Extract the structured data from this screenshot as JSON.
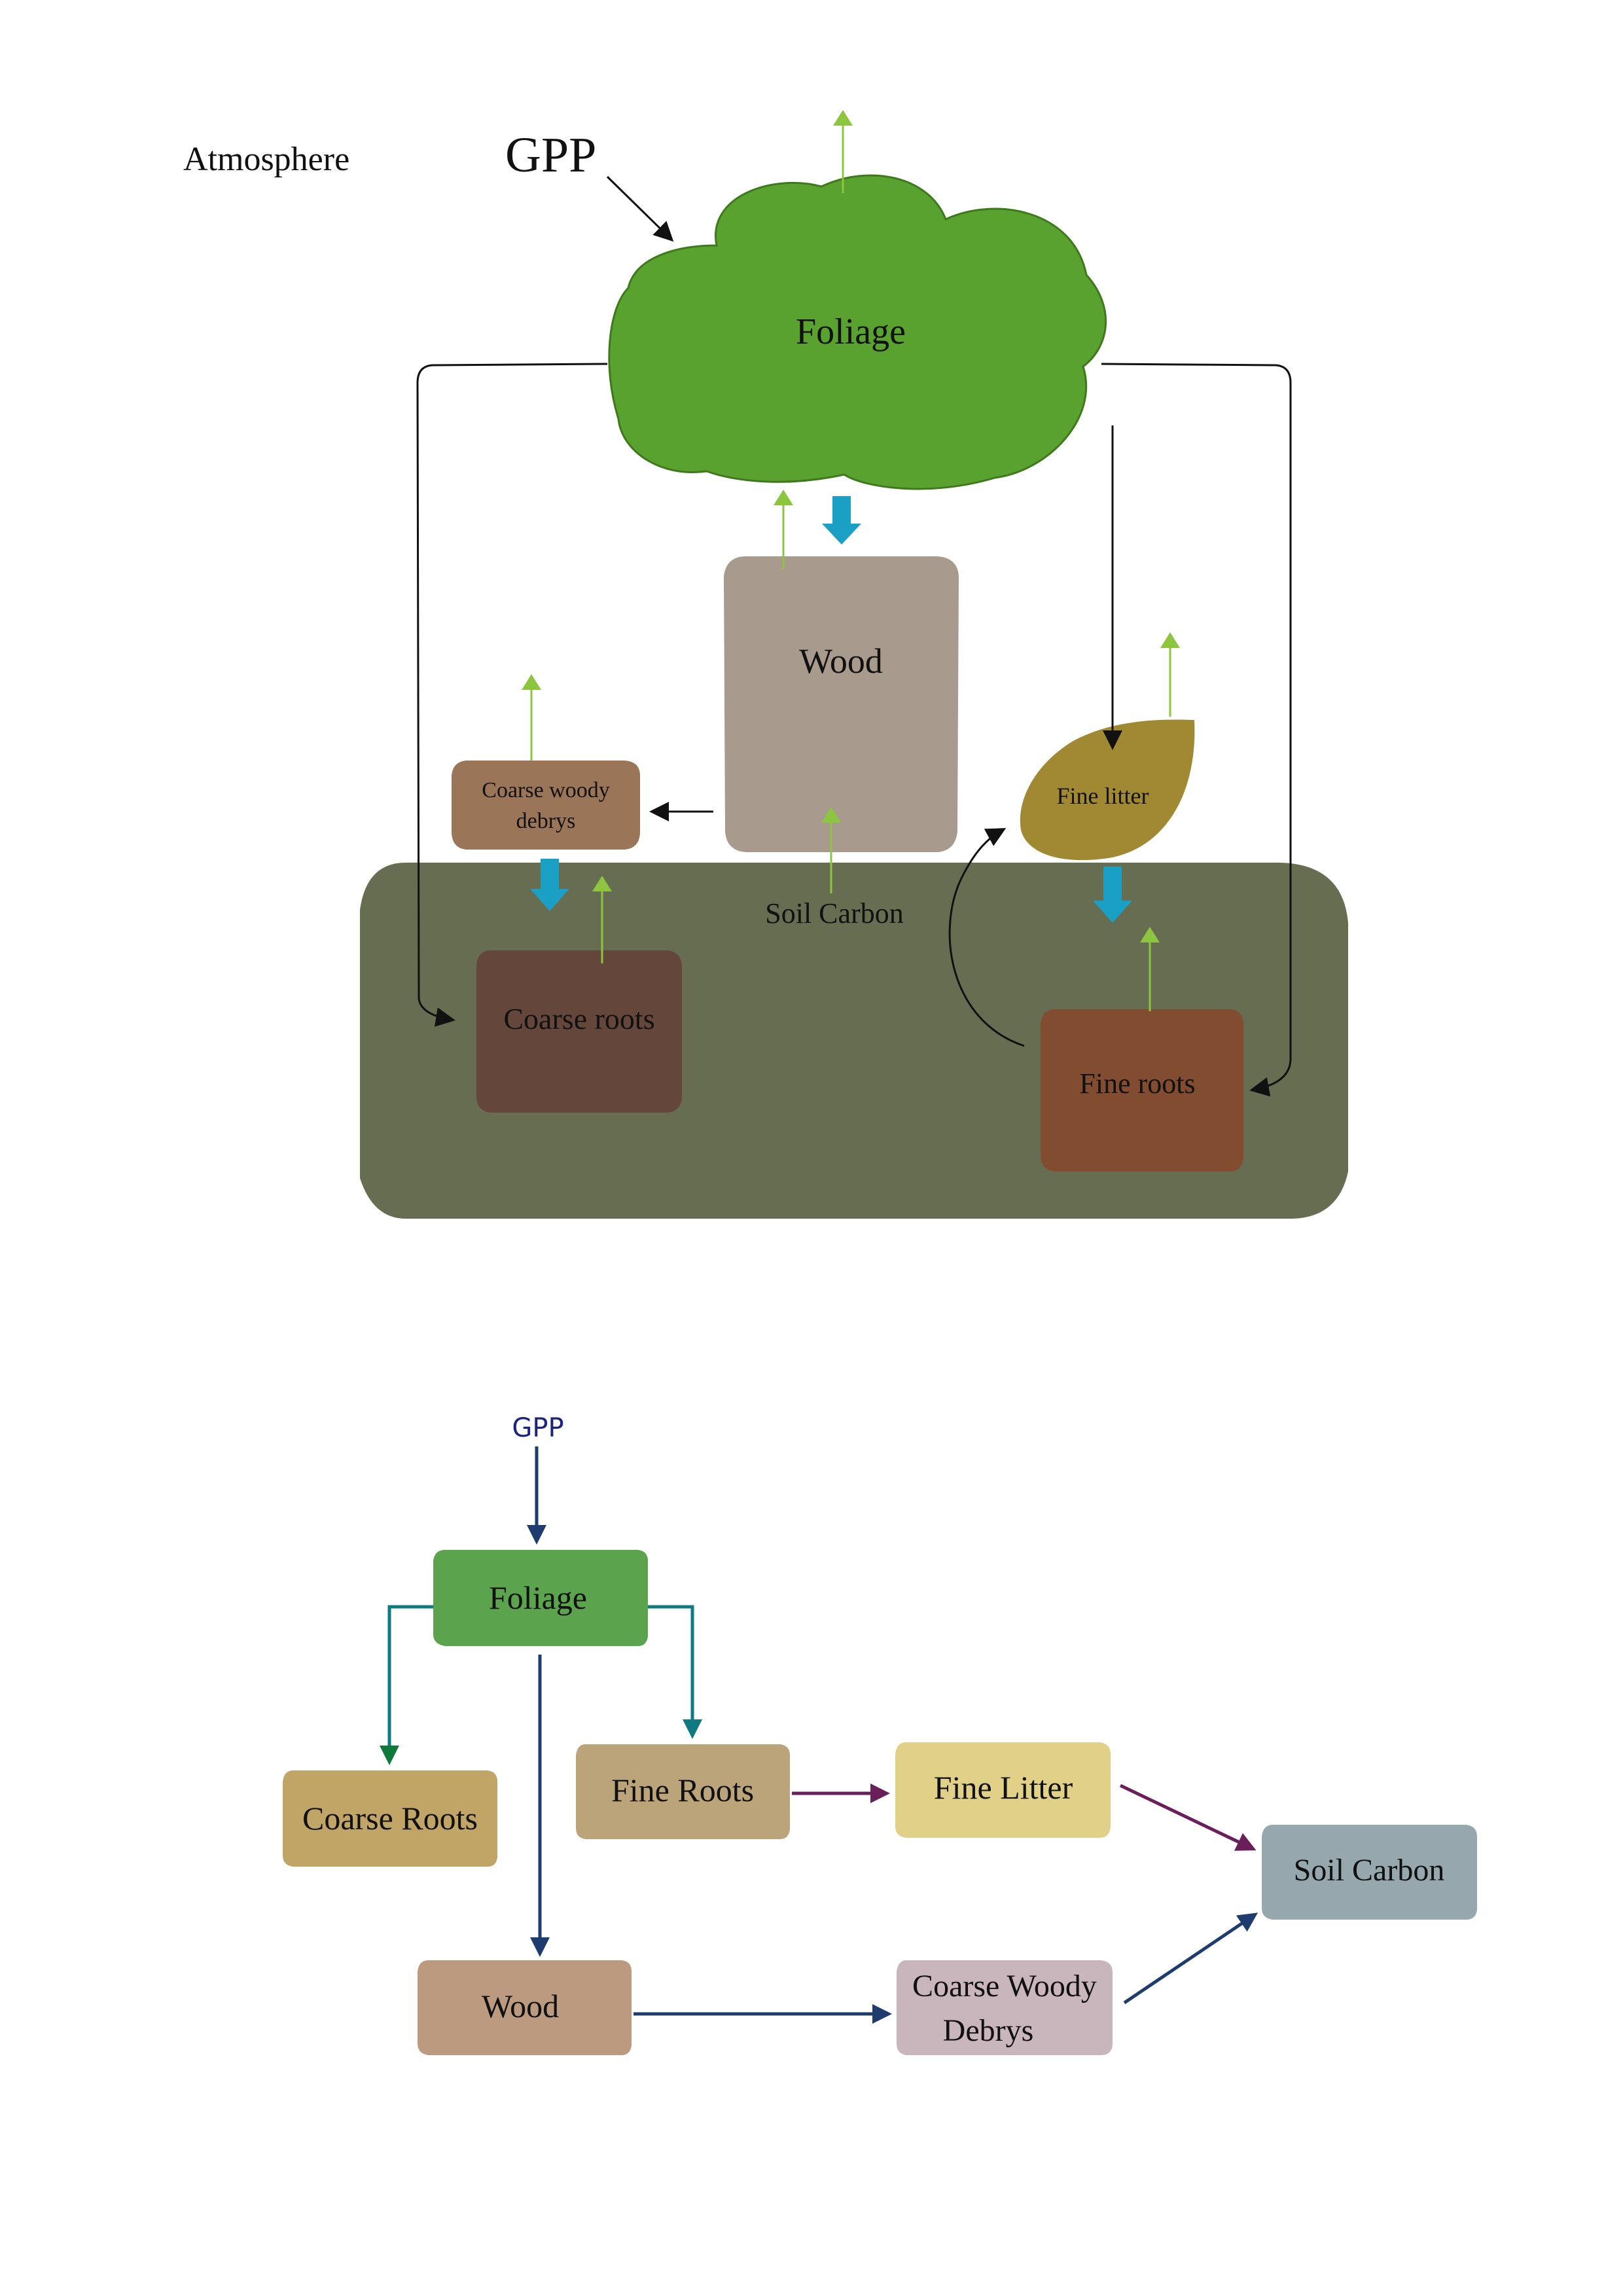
{
  "top_diagram": {
    "atmosphere_label": "Atmosphere",
    "gpp_label": "GPP",
    "foliage_label": "Foliage",
    "wood_label": "Wood",
    "coarse_woody_line1": "Coarse woody",
    "coarse_woody_line2": "debrys",
    "fine_litter_label": "Fine litter",
    "soil_carbon_label": "Soil Carbon",
    "coarse_roots_label": "Coarse roots",
    "fine_roots_label": "Fine roots",
    "colors": {
      "foliage": "#5a9e2f",
      "wood": "#a89a8c",
      "coarse_woody": "#9a7558",
      "fine_litter": "#a18832",
      "soil": "#676d50",
      "coarse_roots": "#65463a",
      "fine_roots": "#824c31",
      "respiration_arrow": "#8cc63f",
      "transfer_arrow": "#1aa0c4"
    }
  },
  "bottom_diagram": {
    "gpp_label": "GPP",
    "foliage_label": "Foliage",
    "coarse_roots_label": "Coarse Roots",
    "fine_roots_label": "Fine Roots",
    "fine_litter_label": "Fine Litter",
    "soil_carbon_label": "Soil Carbon",
    "wood_label": "Wood",
    "coarse_woody_line1": "Coarse Woody",
    "coarse_woody_line2": "Debrys",
    "colors": {
      "foliage": "#5ba34c",
      "coarse_roots": "#c0a566",
      "fine_roots": "#bca47a",
      "fine_litter": "#e1d088",
      "soil_carbon": "#96a8ae",
      "wood": "#bb9a80",
      "coarse_woody": "#c9b6bc",
      "arrow_blue": "#1e3d6e",
      "arrow_teal": "#117a80",
      "arrow_purple": "#6b1f5a",
      "gpp_text": "#1a237e"
    }
  }
}
